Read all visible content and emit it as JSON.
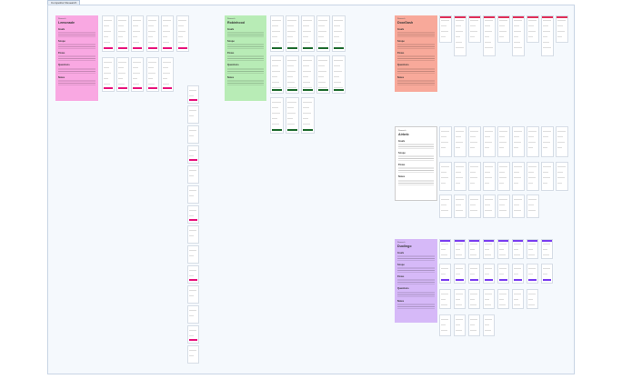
{
  "board": {
    "tab_label": "Competitor Research"
  },
  "notes": [
    {
      "kicker": "Research",
      "title": "Lemonade",
      "color": "#f9a8e2",
      "accent": "#e8127c",
      "sections": [
        "Goals",
        "Scope",
        "Flows",
        "Questions",
        "Notes"
      ]
    },
    {
      "kicker": "Research",
      "title": "Robinhood",
      "color": "#b8ecb6",
      "accent": "#1d6b2e",
      "sections": [
        "Goals",
        "Scope",
        "Flows",
        "Questions",
        "Notes"
      ]
    },
    {
      "kicker": "Research",
      "title": "DoorDash",
      "color": "#f8a99a",
      "accent": "#e0305a",
      "sections": [
        "Goals",
        "Scope",
        "Flows",
        "Questions",
        "Notes"
      ]
    },
    {
      "kicker": "Research",
      "title": "Airbnb",
      "color": "#ffffff",
      "accent": "#444444",
      "sections": [
        "Goals",
        "Scope",
        "Flows",
        "Notes"
      ]
    },
    {
      "kicker": "Research",
      "title": "Duolingo",
      "color": "#d6b9f8",
      "accent": "#7a3df0",
      "sections": [
        "Goals",
        "Scope",
        "Flows",
        "Questions",
        "Notes"
      ]
    }
  ]
}
